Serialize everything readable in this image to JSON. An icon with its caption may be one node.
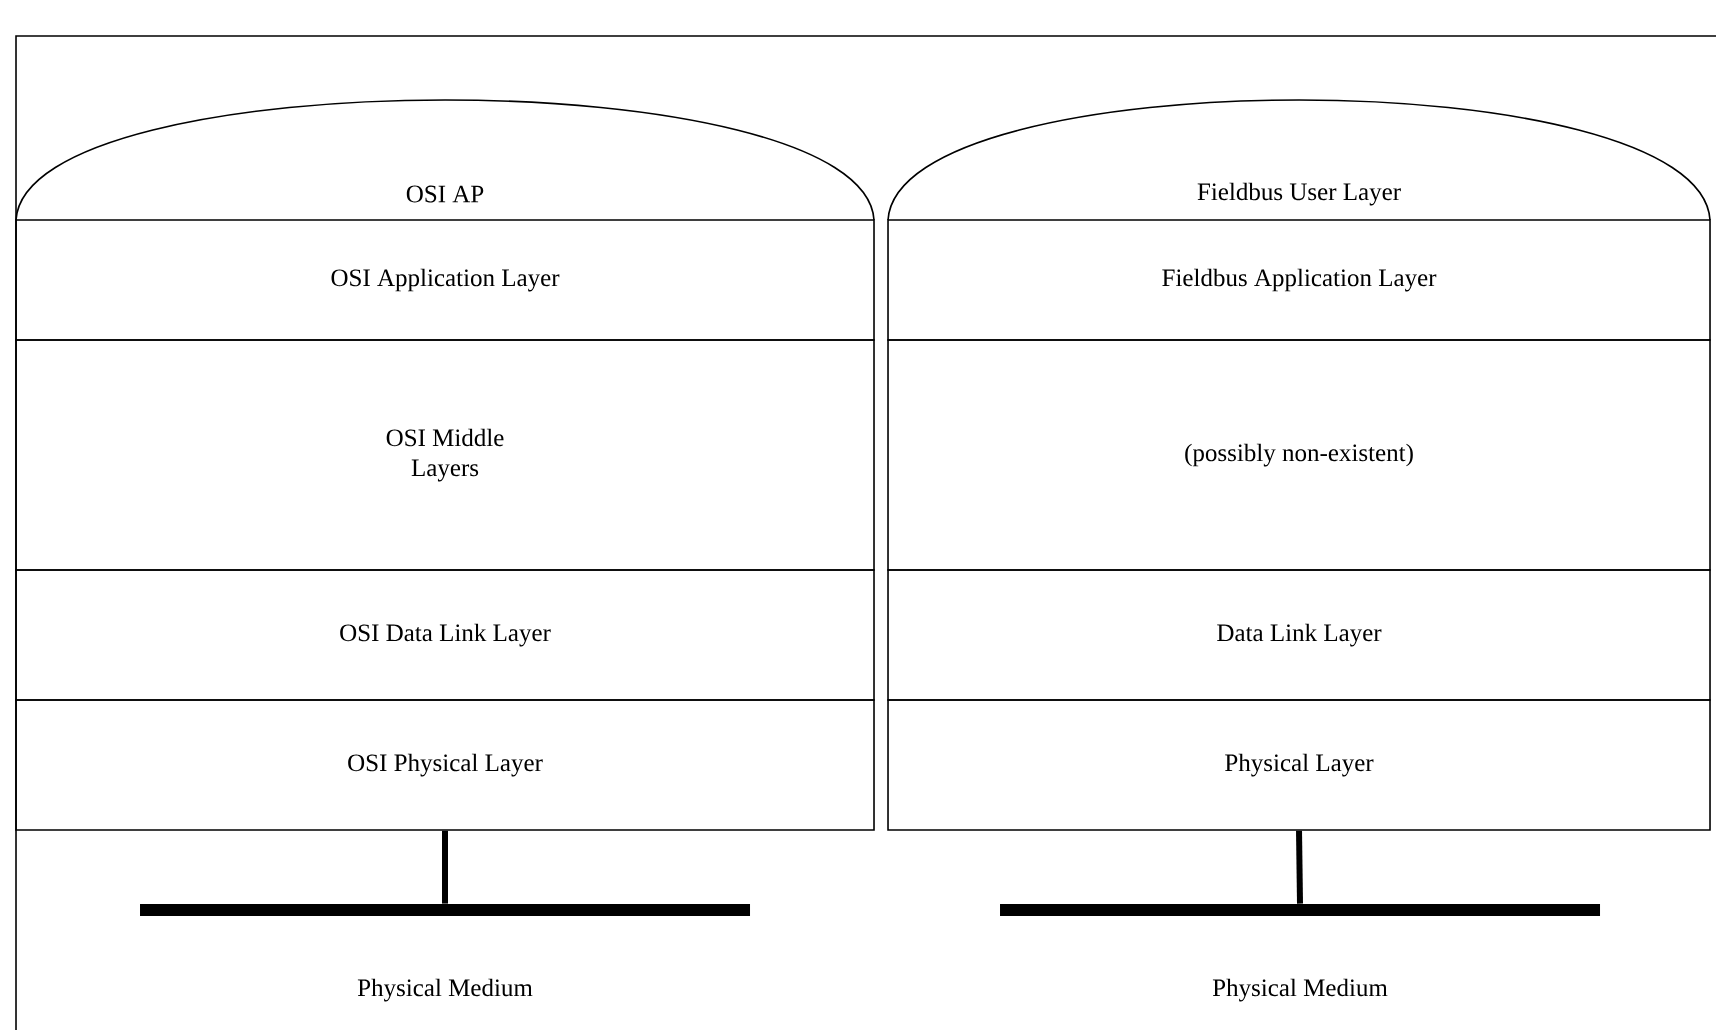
{
  "diagram": {
    "nodes": [
      {
        "text": [
          "OSI AP"
        ]
      },
      {
        "text": [
          "OSI Application Layer"
        ]
      },
      {
        "text": [
          "OSI Middle Layers"
        ]
      },
      {
        "text": [
          "OSI Data Link Layer"
        ]
      },
      {
        "text": [
          "OSI Physical Layer"
        ]
      },
      {
        "text": [
          "Physical Medium"
        ]
      },
      {
        "text": [
          "Fieldbus User Layer"
        ]
      },
      {
        "text": [
          "Fieldbus Application Layer"
        ]
      },
      {
        "text": [
          "(possibly non-existent)"
        ]
      },
      {
        "text": [
          "Data Link Layer"
        ]
      },
      {
        "text": [
          "Physical Layer"
        ]
      },
      {
        "text": [
          "Physical Medium"
        ]
      }
    ],
    "edges": [
      {
        "from": 4,
        "to": 5,
        "arrow": "none"
      },
      {
        "from": 10,
        "to": 11,
        "arrow": "none"
      }
    ]
  }
}
